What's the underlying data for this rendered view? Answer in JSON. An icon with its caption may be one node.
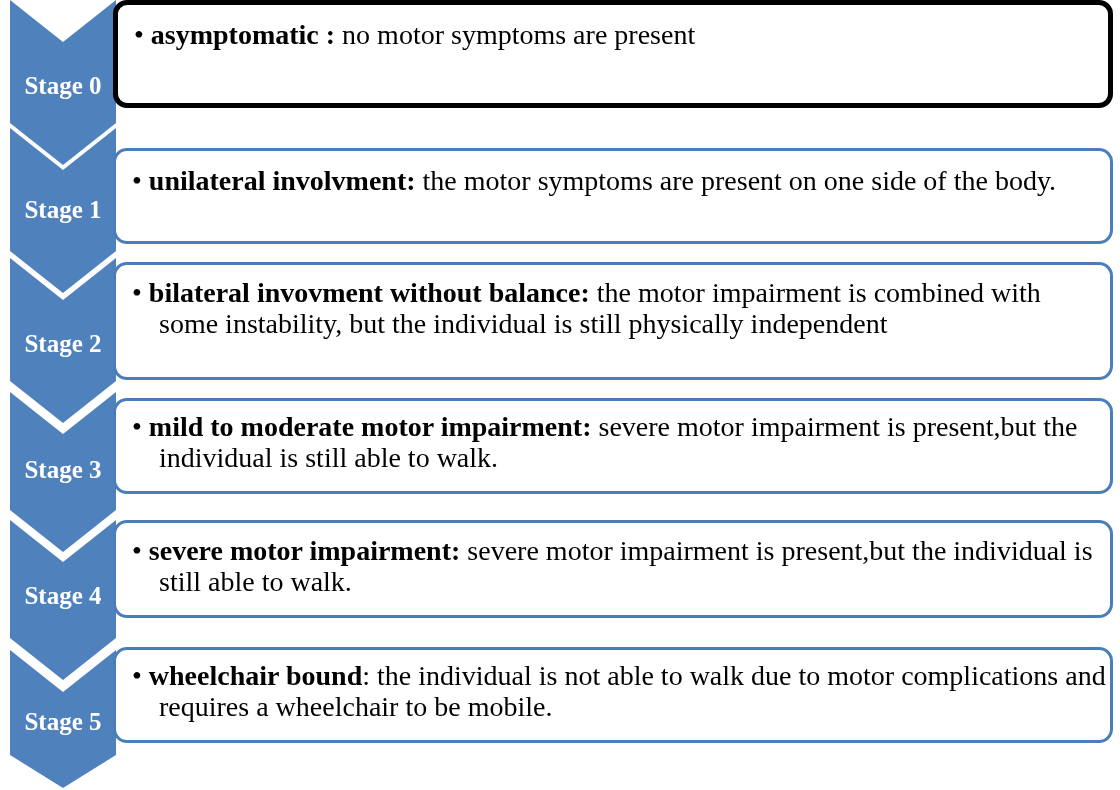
{
  "diagram": {
    "nodes": [
      {
        "text": [
          "Stage 0"
        ]
      },
      {
        "text": [
          "• **asymptomatic :** no motor symptoms are present"
        ]
      },
      {
        "text": [
          "Stage 1"
        ]
      },
      {
        "text": [
          "• **unilateral involvment:** the motor symptoms are present on one side of the body."
        ]
      },
      {
        "text": [
          "Stage 2"
        ]
      },
      {
        "text": [
          "• **bilateral invovment without balance:** the motor impairment is combined with some instability, but the individual is still physically independent"
        ]
      },
      {
        "text": [
          "Stage 3"
        ]
      },
      {
        "text": [
          "• **mild to moderate motor impairment:** severe motor impairment is present,but the individual is still able to walk."
        ]
      },
      {
        "text": [
          "Stage 4"
        ]
      },
      {
        "text": [
          "• **severe motor impairment:** severe motor impairment is present,but the individual is still able to walk."
        ]
      },
      {
        "text": [
          "Stage 5"
        ]
      },
      {
        "text": [
          "• **wheelchair bound**: the individual is not able to walk due to motor complications and requires a wheelchair to be mobile."
        ]
      },
      {
        "text": [],
        "shape": "chevron"
      }
    ]
  }
}
